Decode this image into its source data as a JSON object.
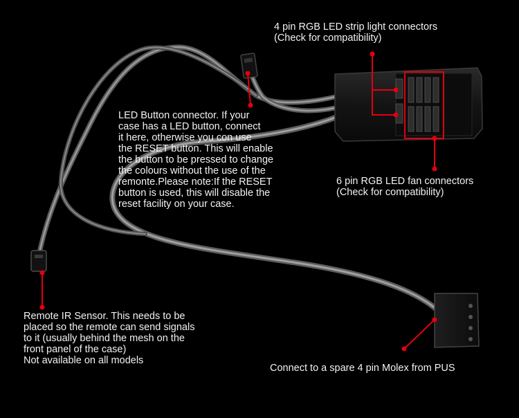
{
  "colors": {
    "background": "#000000",
    "text": "#f2f2f2",
    "callout": "#e3000f",
    "cable": "#8a8a8a",
    "housing": "#161616"
  },
  "labels": {
    "strip_connectors": "4 pin RGB LED strip light connectors\n(Check for compatibility)",
    "led_button": "LED Button connector. If your\ncase has a LED button, connect\nit here, otherwise you con use\nthe RESET button. This will enable\nthe button to be pressed to change\nthe colours without the use of the\nremonte.Please note:If the RESET\nbutton is used, this will disable the\nreset facility on your case.",
    "fan_connectors": "6 pin RGB LED fan connectors\n(Check for compatibility)",
    "remote_ir": "Remote IR Sensor. This needs to be\nplaced so the remote can send signals\nto it (usually behind the mesh on the\nfront panel of the case)\nNot available on all models",
    "molex": "Connect to a spare 4 pin Molex from PUS"
  }
}
